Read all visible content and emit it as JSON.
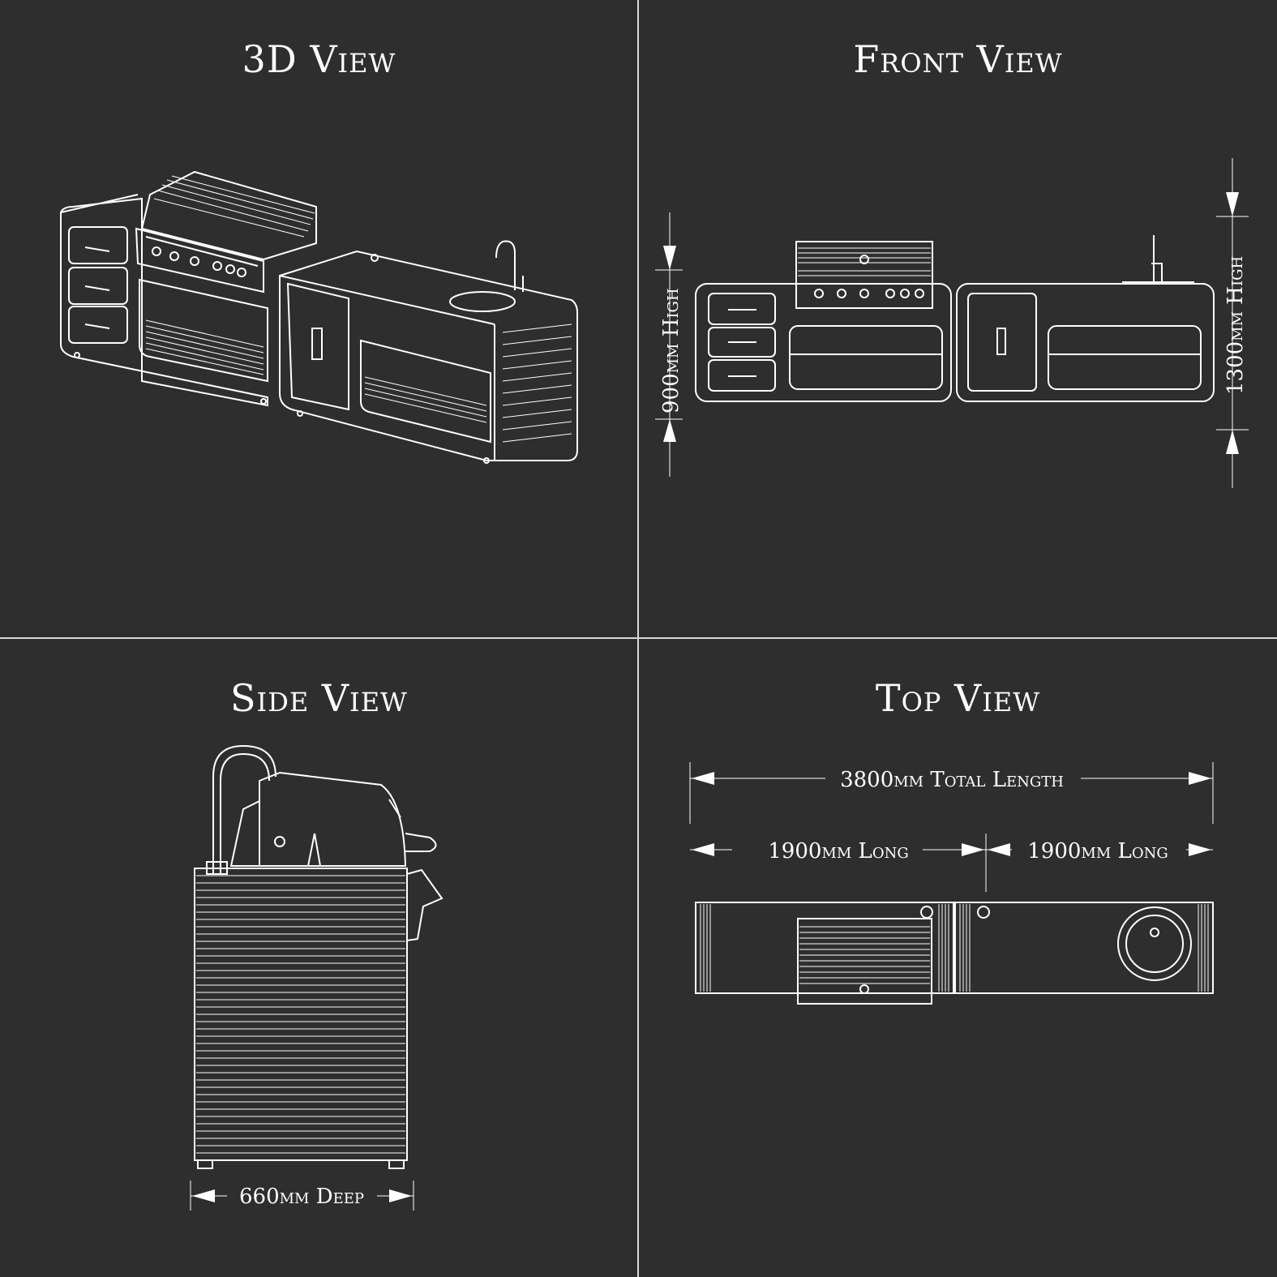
{
  "colors": {
    "background": "#2e2e2e",
    "line": "#ffffff",
    "divider": "#d8d8d8"
  },
  "panels": {
    "view_3d": {
      "title": "3D View"
    },
    "front": {
      "title": "Front View",
      "height_left": "900mm High",
      "height_right": "1300mm High"
    },
    "side": {
      "title": "Side View",
      "depth": "660mm Deep"
    },
    "top": {
      "title": "Top View",
      "total": "3800mm Total Length",
      "left_len": "1900mm Long",
      "right_len": "1900mm Long"
    }
  }
}
